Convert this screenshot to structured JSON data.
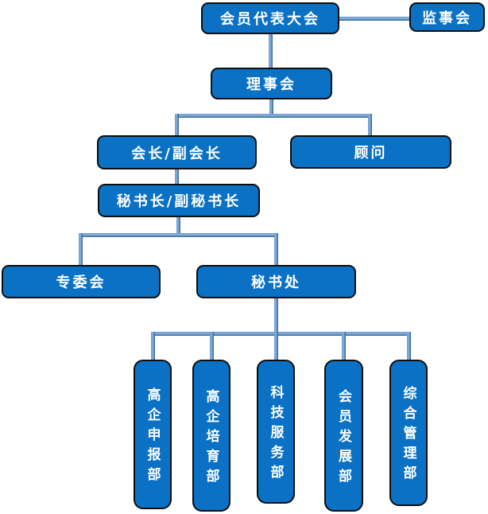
{
  "diagram": {
    "type": "org-chart",
    "nodes": {
      "assembly": {
        "label": "会员代表大会"
      },
      "supervisory_board": {
        "label": "监事会"
      },
      "council": {
        "label": "理事会"
      },
      "president_vp": {
        "label": "会长/副会长"
      },
      "advisor": {
        "label": "顾问"
      },
      "secretary_general": {
        "label": "秘书长/副秘书长"
      },
      "special_committee": {
        "label": "专委会"
      },
      "secretariat": {
        "label": "秘书处"
      },
      "dept_hq_declaration": {
        "label": "高企申报部"
      },
      "dept_hq_cultivation": {
        "label": "高企培育部"
      },
      "dept_tech_service": {
        "label": "科技服务部"
      },
      "dept_member_dev": {
        "label": "会员发展部"
      },
      "dept_general_admin": {
        "label": "综合管理部"
      }
    },
    "edges": [
      {
        "from": "assembly",
        "to": "supervisory_board",
        "type": "lateral"
      },
      {
        "from": "assembly",
        "to": "council"
      },
      {
        "from": "council",
        "to": "president_vp"
      },
      {
        "from": "council",
        "to": "advisor"
      },
      {
        "from": "president_vp",
        "to": "secretary_general"
      },
      {
        "from": "secretary_general",
        "to": "special_committee"
      },
      {
        "from": "secretary_general",
        "to": "secretariat"
      },
      {
        "from": "secretariat",
        "to": "dept_hq_declaration"
      },
      {
        "from": "secretariat",
        "to": "dept_hq_cultivation"
      },
      {
        "from": "secretariat",
        "to": "dept_tech_service"
      },
      {
        "from": "secretariat",
        "to": "dept_member_dev"
      },
      {
        "from": "secretariat",
        "to": "dept_general_admin"
      }
    ],
    "colors": {
      "box_fill": "#0a71c5",
      "box_border": "#0d0e0f",
      "connector": "#3c7fc4",
      "text": "#ffffff",
      "background": "#ffffff"
    }
  }
}
